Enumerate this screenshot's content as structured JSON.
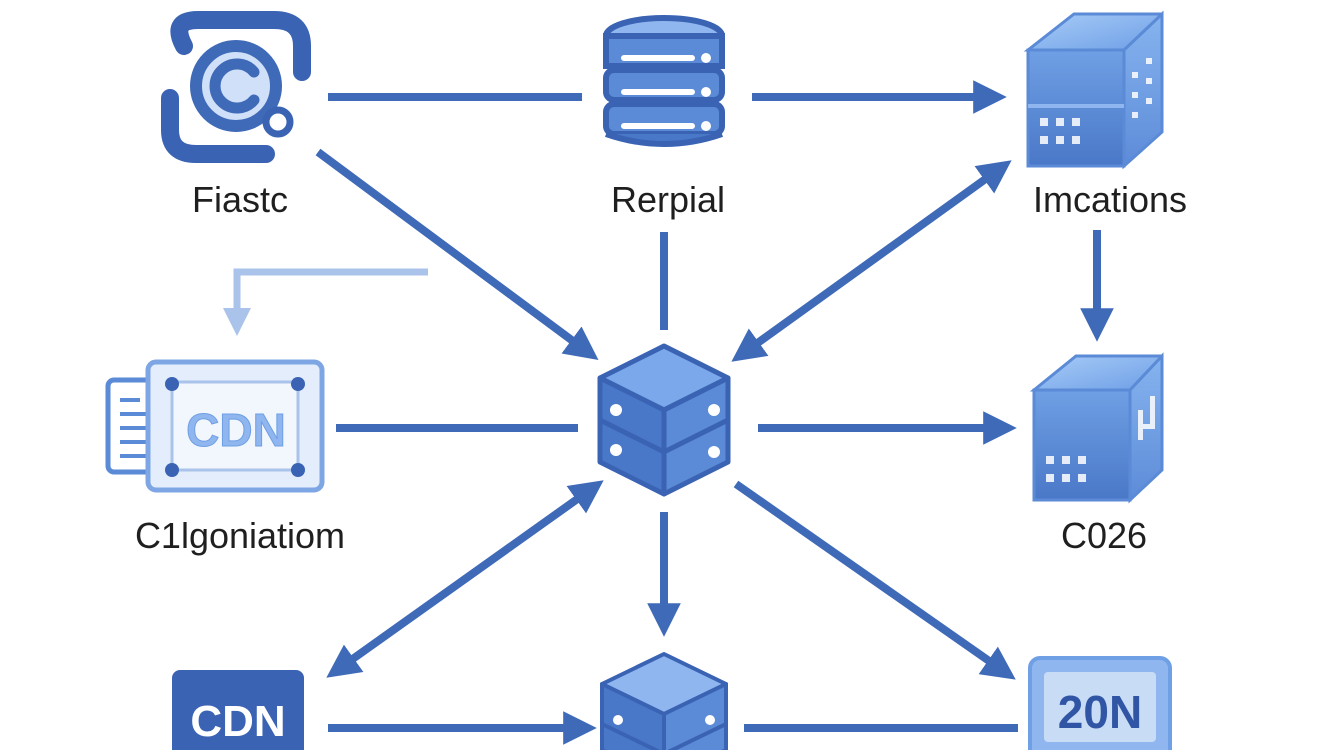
{
  "nodes": {
    "top_left": {
      "label": "Fiastc",
      "icon": "circular-gear-icon"
    },
    "top_center": {
      "label": "Rerpial",
      "icon": "database-stack-icon"
    },
    "top_right": {
      "label": "Imcations",
      "icon": "server-cube-icon"
    },
    "middle_left": {
      "label": "C1lgoniatiom",
      "icon": "cdn-card-icon",
      "icon_text": "CDN"
    },
    "center": {
      "label": "",
      "icon": "hub-cube-icon"
    },
    "middle_right": {
      "label": "C026",
      "icon": "server-cube-icon"
    },
    "bottom_left": {
      "label": "",
      "icon": "cdn-badge-icon",
      "icon_text": "CDN"
    },
    "bottom_center": {
      "label": "",
      "icon": "server-cube-icon"
    },
    "bottom_right": {
      "label": "",
      "icon": "number-badge-icon",
      "icon_text": "20N"
    }
  },
  "colors": {
    "edge": "#3f6ab8",
    "edge_light": "#a9c3ea",
    "icon_dark": "#3a63b4",
    "icon_mid": "#5b8ad6",
    "icon_light": "#8fb6ee"
  }
}
